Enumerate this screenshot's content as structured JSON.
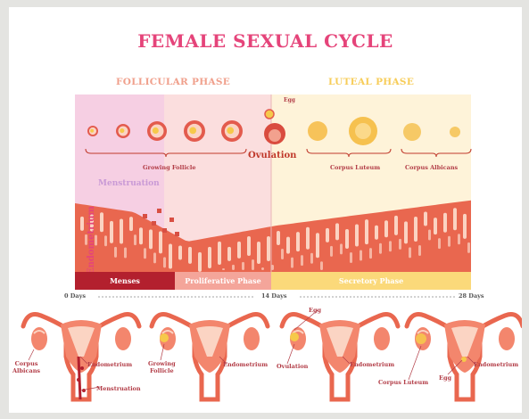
{
  "title": "FEMALE SEXUAL CYCLE",
  "phases": {
    "follicular": "FOLLICULAR PHASE",
    "luteal": "LUTEAL PHASE"
  },
  "ovary": {
    "egg": "Egg",
    "growing_follicle": "Growing Follicle",
    "ovulation": "Ovulation",
    "corpus_luteum": "Corpus Luteum",
    "corpus_albicans": "Corpus Albicans"
  },
  "menstruation_label": "Menstruation",
  "endometrium_axis": "Endometrium",
  "bands": {
    "menses": "Menses",
    "proliferative": "Proliferative Phase",
    "secretory": "Secretory Phase"
  },
  "days": {
    "d0": "0 Days",
    "d14": "14 Days",
    "d28": "28 Days"
  },
  "uteri": [
    {
      "left": "Corpus\nAlbicans",
      "right": "Endometrium",
      "bottom": "Menstruation"
    },
    {
      "left": "Growing\nFollicle",
      "right": "Endometrium"
    },
    {
      "top": "Egg",
      "left": "Ovulation",
      "right": "Endometrium"
    },
    {
      "left": "Corpus Luteum",
      "mid": "Egg",
      "right": "Endometrium"
    }
  ],
  "colors": {
    "title": "#e5447a",
    "follicular": "#f0a08c",
    "luteal": "#f7cd5a",
    "menses": "#b3202e",
    "proliferative": "#f4a59a",
    "secretory": "#fbd97a",
    "tissue": "#e9674f"
  }
}
